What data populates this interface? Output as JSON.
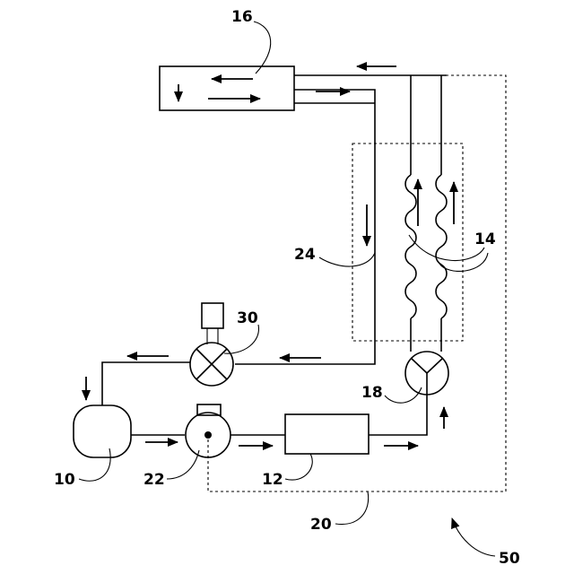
{
  "labels": {
    "condenser": "16",
    "evaporator_coils": "14",
    "sensor_valve": "30",
    "line_24": "24",
    "valve_18": "18",
    "compressor": "10",
    "pump": "22",
    "heater": "12",
    "loop_20": "20",
    "system": "50"
  }
}
